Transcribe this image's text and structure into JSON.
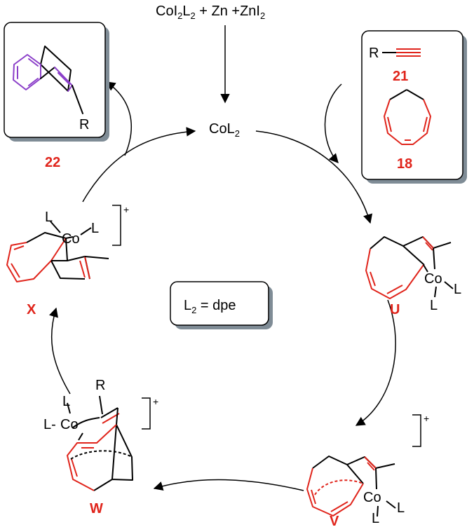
{
  "reagents": {
    "prefix": "CoI",
    "s1": "2",
    "mid1": "L",
    "s2": "2",
    "tail": " + Zn +ZnI",
    "s3": "2"
  },
  "catalyst": {
    "main": "CoL",
    "sub": "2"
  },
  "ligand_note": {
    "pre": "L",
    "sub": "2",
    "post": " = dpe"
  },
  "compounds": {
    "c21": "21",
    "c18": "18",
    "c22": "22",
    "U": "U",
    "V": "V",
    "W": "W",
    "X": "X"
  },
  "atoms": {
    "R": "R",
    "Co": "Co",
    "L": "L",
    "dash_L": "L-"
  },
  "charge": "+",
  "colors": {
    "highlight": "#e0241b",
    "product": "#8b3fc9",
    "box_shadow": "#7f8c96"
  }
}
